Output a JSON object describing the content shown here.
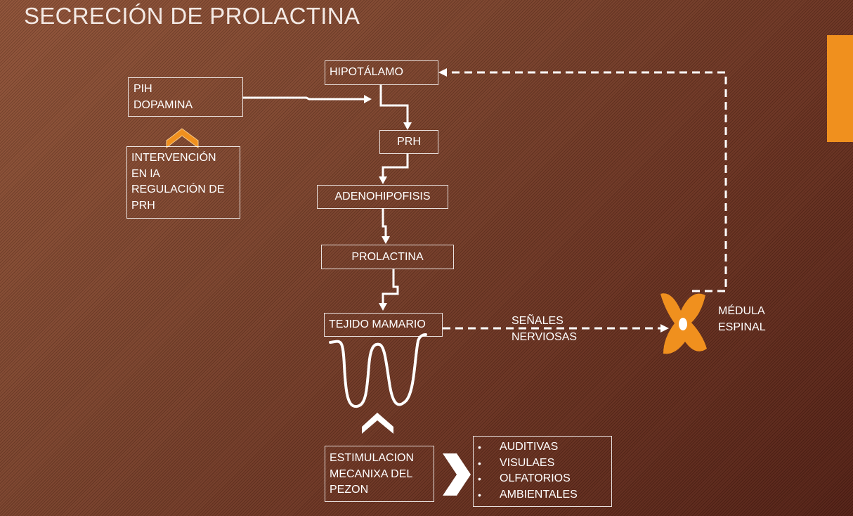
{
  "title": "SECRECIÓN DE PROLACTINA",
  "colors": {
    "accent": "#f0901e",
    "line": "#ffffff",
    "background": "#6a3220"
  },
  "boxes": {
    "hipotalamo": "HIPOTÁLAMO",
    "pih": [
      "PIH",
      "DOPAMINA"
    ],
    "intervencion": [
      "INTERVENCIÓN",
      "EN lA",
      "REGULACIÓN DE",
      "PRH"
    ],
    "prh": "PRH",
    "adenohipofisis": "ADENOHIPOFISIS",
    "prolactina": "PROLACTINA",
    "tejido_mamario": "TEJIDO MAMARIO",
    "estimulacion": [
      "ESTIMULACION",
      "MECANIXA DEL",
      "PEZON"
    ]
  },
  "stimuli_list": [
    "AUDITIVAS",
    "VISULAES",
    "OLFATORIOS",
    "AMBIENTALES"
  ],
  "labels": {
    "senales": [
      "SEÑALES",
      "NERVIOSAS"
    ],
    "medula": [
      "MÉDULA",
      "ESPINAL"
    ]
  },
  "icons": [
    "spinal-cord-icon",
    "chevron-up-icon",
    "chevron-right-icon",
    "mammary-tissue-icon"
  ]
}
